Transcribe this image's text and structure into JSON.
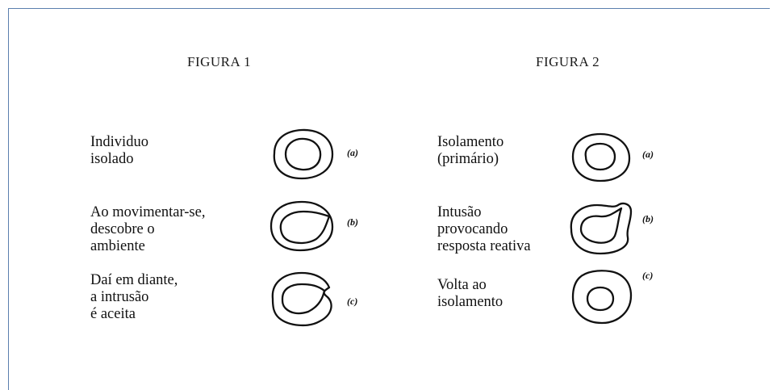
{
  "figure1": {
    "title": "FIGURA 1",
    "items": [
      {
        "lines": [
          "Individuo",
          "isolado"
        ],
        "tag": "(a)"
      },
      {
        "lines": [
          "Ao movimentar-se,",
          "descobre o",
          "ambiente"
        ],
        "tag": "(b)"
      },
      {
        "lines": [
          "Daí em diante,",
          "a intrusão",
          "é aceita"
        ],
        "tag": "(c)"
      }
    ]
  },
  "figure2": {
    "title": "FIGURA 2",
    "items": [
      {
        "lines": [
          "Isolamento",
          "(primário)"
        ],
        "tag": "(a)"
      },
      {
        "lines": [
          "Intusão",
          "provocando",
          "resposta reativa"
        ],
        "tag": "(b)"
      },
      {
        "lines": [
          "Volta ao",
          "isolamento"
        ],
        "tag": "(c)"
      }
    ]
  }
}
